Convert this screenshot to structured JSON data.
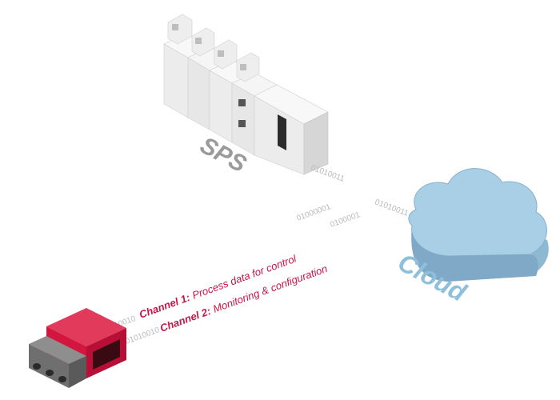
{
  "labels": {
    "sps": "SPS",
    "cloud": "Cloud",
    "channel1_prefix": "Channel 1:",
    "channel1_text": "Process data for control",
    "channel2_prefix": "Channel 2:",
    "channel2_text": "Monitoring & configuration"
  },
  "binary": {
    "sps_link": "01010011",
    "cloud_link": "01010011",
    "ch1_start": "10010",
    "ch1_end": "01000001",
    "ch2_start": "01010010",
    "ch2_end": "0100001"
  },
  "colors": {
    "channel_text": "#c8154a",
    "sps_label": "#9a9a9a",
    "cloud_label": "#8ec0dc",
    "cloud_fill": "#a9cfe6",
    "device_red": "#d3163f",
    "binary_text": "#b9b9b9"
  }
}
